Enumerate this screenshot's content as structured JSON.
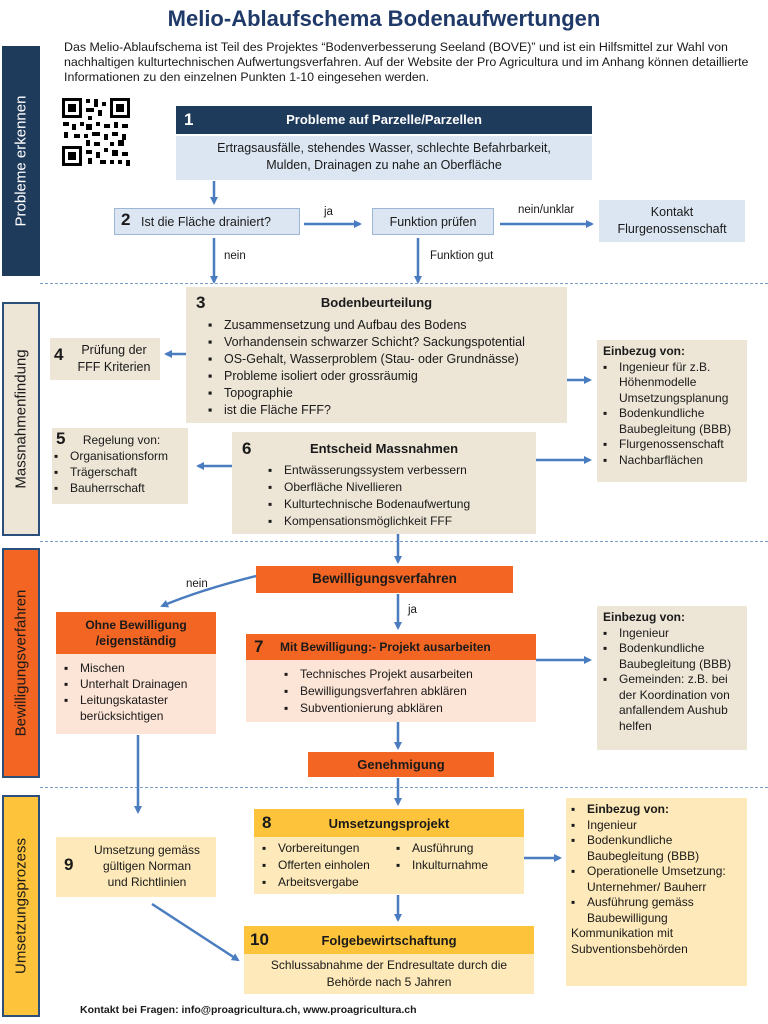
{
  "title": "Melio-Ablaufschema Bodenaufwertungen",
  "intro": "Das Melio-Ablaufschema ist Teil des Projektes “Bodenverbesserung Seeland (BOVE)” und ist ein Hilfsmittel zur Wahl von nachhaltigen kulturtechnischen Aufwertungsverfahren. Auf der Website der Pro Agricultura und im Anhang können detaillierte Informationen zu den einzelnen Punkten 1-10 eingesehen werden.",
  "sections": {
    "s1": "Probleme erkennen",
    "s2": "Massnahmenfindung",
    "s3": "Bewilligungsverfahren",
    "s4": "Umsetzungsprozess"
  },
  "step1": {
    "num": "1",
    "title": "Probleme auf Parzelle/Parzellen",
    "body": "Ertragsausfälle, stehendes Wasser, schlechte Befahrbarkeit,  Mulden, Drainagen zu nahe an Oberfläche"
  },
  "step2": {
    "num": "2",
    "text": "Ist die Fläche drainiert?"
  },
  "funktion": "Funktion prüfen",
  "kontakt": {
    "l1": "Kontakt",
    "l2": "Flurgenossenschaft"
  },
  "labels": {
    "ja": "ja",
    "nein_unklar": "nein/unklar",
    "nein": "nein",
    "funktion_gut": "Funktion gut",
    "nein2": "nein",
    "ja2": "ja"
  },
  "step3": {
    "num": "3",
    "title": "Bodenbeurteilung",
    "items": [
      "Zusammensetzung und Aufbau des Bodens",
      "Vorhandensein schwarzer Schicht? Sackungspotential",
      "OS-Gehalt, Wasserproblem (Stau- oder Grundnässe)",
      "Probleme isoliert oder grossräumig",
      "Topographie",
      "ist die Fläche FFF?"
    ]
  },
  "step4": {
    "num": "4",
    "l1": "Prüfung der",
    "l2": "FFF Kriterien"
  },
  "einbezug1": {
    "title": "Einbezug von:",
    "items": [
      "Ingenieur für z.B. Höhenmodelle Umsetzungsplanung",
      "Bodenkundliche Baubegleitung (BBB)",
      "Flurgenossenschaft",
      "Nachbarflächen"
    ]
  },
  "step5": {
    "num": "5",
    "title": "Regelung  von:",
    "items": [
      "Organisationsform",
      "Trägerschaft",
      "Bauherrschaft"
    ]
  },
  "step6": {
    "num": "6",
    "title": "Entscheid Massnahmen",
    "items": [
      "Entwässerungssystem verbessern",
      "Oberfläche Nivellieren",
      "Kulturtechnische Bodenaufwertung",
      "Kompensationsmöglichkeit FFF"
    ]
  },
  "bewilligungsverfahren": "Bewilligungsverfahren",
  "ohne": {
    "l1": "Ohne Bewilligung",
    "l2": "/eigenständig",
    "items": [
      "Mischen",
      "Unterhalt Drainagen",
      "Leitungskataster berücksichtigen"
    ]
  },
  "step7": {
    "num": "7",
    "title": "Mit Bewilligung:- Projekt ausarbeiten",
    "items": [
      "Technisches Projekt ausarbeiten",
      "Bewilligungsverfahren abklären",
      "Subventionierung abklären"
    ]
  },
  "einbezug2": {
    "title": "Einbezug von:",
    "items": [
      "Ingenieur",
      "Bodenkundliche Baubegleitung (BBB)",
      "Gemeinden: z.B. bei der Koordination von anfallendem Aushub helfen"
    ]
  },
  "genehmigung": "Genehmigung",
  "step8": {
    "num": "8",
    "title": "Umsetzungsprojekt",
    "col1": [
      "Vorbereitungen",
      "Offerten einholen",
      "Arbeitsvergabe"
    ],
    "col2": [
      "Ausführung",
      "Inkulturnahme"
    ]
  },
  "step9": {
    "num": "9",
    "l1": "Umsetzung gemäss",
    "l2": "gültigen Norman",
    "l3": "und Richtlinien"
  },
  "einbezug3": {
    "title": "Einbezug von:",
    "items": [
      "Ingenieur",
      "Bodenkundliche Baubegleitung (BBB)",
      "Operationelle Umsetzung: Unternehmer/ Bauherr",
      "Ausführung gemäss Baubewilligung"
    ],
    "tail": "Kommunikation mit Subventionsbehörden"
  },
  "step10": {
    "num": "10",
    "title": "Folgebewirtschaftung",
    "body": "Schlussabnahme der Endresultate durch die Behörde nach 5 Jahren"
  },
  "footer": "Kontakt bei Fragen: info@proagricultura.ch, www.proagricultura.ch",
  "colors": {
    "navy": "#1f3b5c",
    "lightblue": "#dce6f2",
    "beige": "#ede5d6",
    "orange": "#f26522",
    "peach": "#fce4d6",
    "gold": "#fdc33b",
    "lightgold": "#fde9b9",
    "arrow": "#4a7cc0"
  }
}
